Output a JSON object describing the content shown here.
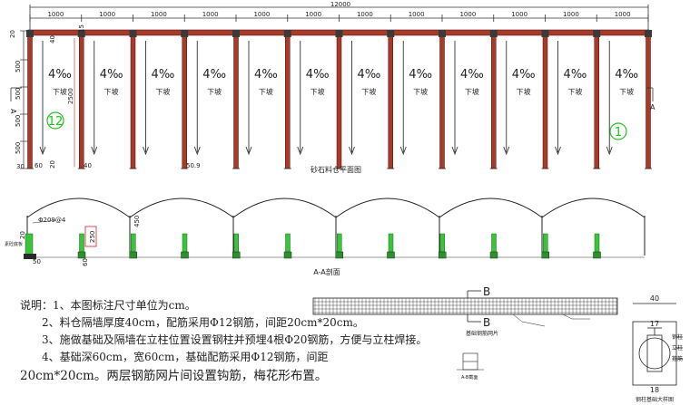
{
  "plan": {
    "total_dim": "12000",
    "bay_dims": [
      "1000",
      "1000",
      "1000",
      "1000",
      "1000",
      "1000",
      "1000",
      "1000",
      "1000",
      "1000",
      "1000",
      "1000"
    ],
    "slope_text": "4‰",
    "slope_word": "下坡",
    "left_dims": [
      "20",
      "500",
      "500",
      "500",
      "500",
      "30"
    ],
    "red_dims": [
      "40",
      "2500",
      "20"
    ],
    "small_dims": [
      "15",
      "40",
      "60",
      "50.9"
    ],
    "section_marker": "A",
    "bay_first": "12",
    "bay_last": "1",
    "title": "砂石料仓平面图"
  },
  "section": {
    "title": "A-A剖面",
    "pipe_label": "Φ209@4",
    "left_label": "素砼底板",
    "dims": [
      "20",
      "450",
      "250",
      "60",
      "50"
    ]
  },
  "notes": {
    "line1": "说明：1、本图标注尺寸单位为cm。",
    "line2": "2、料仓隔墙厚度40cm，配筋采用Φ12钢筋，间距20cm*20cm。",
    "line3": "3、施做基础及隔墙在立柱位置设置钢柱并预埋4根Φ20钢筋，方便与立柱焊接。",
    "line4": "4、基础深60cm，宽60cm，基础配筋采用Φ12钢筋，间距",
    "line5": "20cm*20cm。两层钢筋网片间设置钩筋，梅花形布置。"
  },
  "mesh": {
    "marker": "B",
    "caption": "基础钢筋网片",
    "sub_caption": "A-B截面"
  },
  "column": {
    "dim_top": "40",
    "dim_mid": "17",
    "dim_bottom": "18",
    "labels": [
      "钢柱",
      "立柱",
      "箍筋"
    ],
    "caption": "钢柱基础大样图"
  }
}
